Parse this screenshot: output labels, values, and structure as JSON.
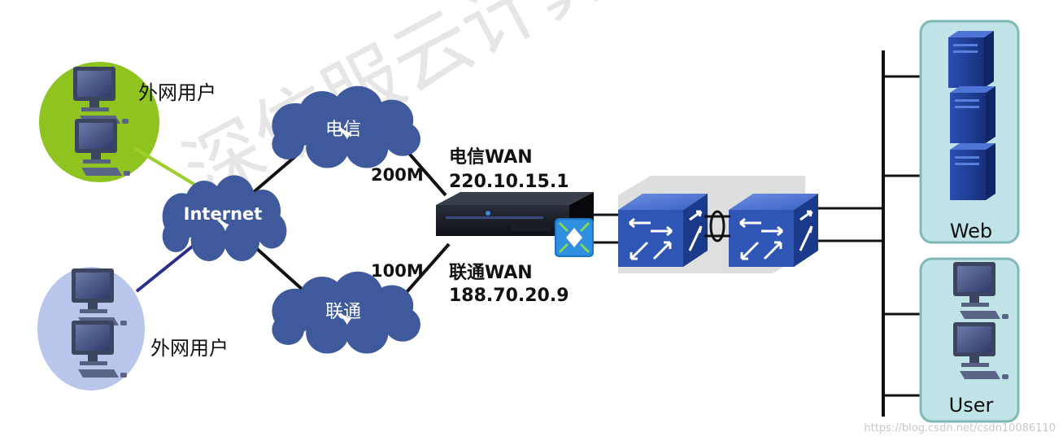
{
  "watermark_text": "深信服云计算",
  "footer_credit": "https://blog.csdn.net/csdn10086110",
  "users": {
    "top_label": "外网用户",
    "bottom_label": "外网用户"
  },
  "internet": {
    "label": "Internet"
  },
  "isps": {
    "telecom": {
      "cloud_label": "电信",
      "bandwidth": "200M",
      "wan_title": "电信WAN",
      "wan_ip": "220.10.15.1"
    },
    "unicom": {
      "cloud_label": "联通",
      "bandwidth": "100M",
      "wan_title": "联通WAN",
      "wan_ip": "188.70.20.9"
    }
  },
  "server_groups": {
    "web": {
      "label": "Web"
    },
    "user": {
      "label": "User"
    }
  },
  "colors": {
    "cloud": "#3f5a9c",
    "green_circle": "#8fc31f",
    "blue_circle": "#b7c6ea",
    "panel_fill": "#bfe3e6",
    "panel_stroke": "#7fb8b8",
    "switch_blue": "#2f55b5",
    "green_link": "#9ccf2a",
    "navy_link": "#2b2f8c"
  }
}
